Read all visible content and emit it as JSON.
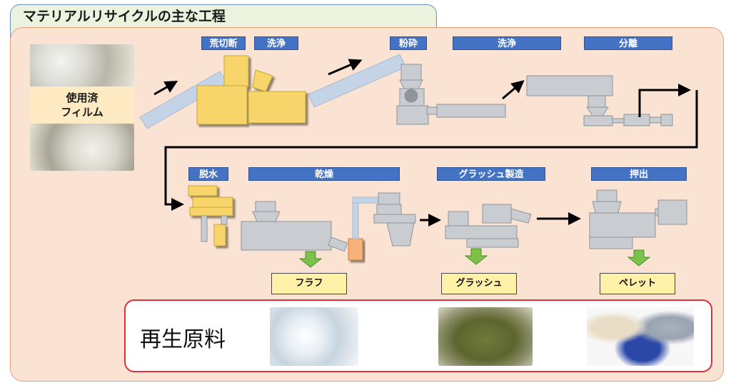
{
  "title": "マテリアルリサイクルの主な工程",
  "input_material": {
    "line1": "使用済",
    "line2": "フィルム"
  },
  "steps": [
    {
      "id": "crush",
      "label": "荒切断"
    },
    {
      "id": "wash1",
      "label": "洗浄"
    },
    {
      "id": "pulverize",
      "label": "粉砕"
    },
    {
      "id": "wash2",
      "label": "洗浄"
    },
    {
      "id": "separate",
      "label": "分離"
    },
    {
      "id": "dewater",
      "label": "脱水"
    },
    {
      "id": "dry",
      "label": "乾燥"
    },
    {
      "id": "grush_make",
      "label": "グラッシュ製造"
    },
    {
      "id": "extrude",
      "label": "押出"
    }
  ],
  "products": [
    {
      "id": "fluff",
      "label": "フラフ"
    },
    {
      "id": "grush",
      "label": "グラッシュ"
    },
    {
      "id": "pellet",
      "label": "ペレット"
    }
  ],
  "recycled_label": "再生原料",
  "colors": {
    "step_label_bg": "#4472c4",
    "panel_bg": "#fbe3d3",
    "panel_border": "#e8a27a",
    "title_bg": "#ebf3df",
    "machine": "#c9cdd1",
    "yellow_machine": "#f7d56a",
    "product_arrow": "#7cc24a",
    "product_box": "#fff2a8",
    "recycled_border": "#e0303a"
  }
}
